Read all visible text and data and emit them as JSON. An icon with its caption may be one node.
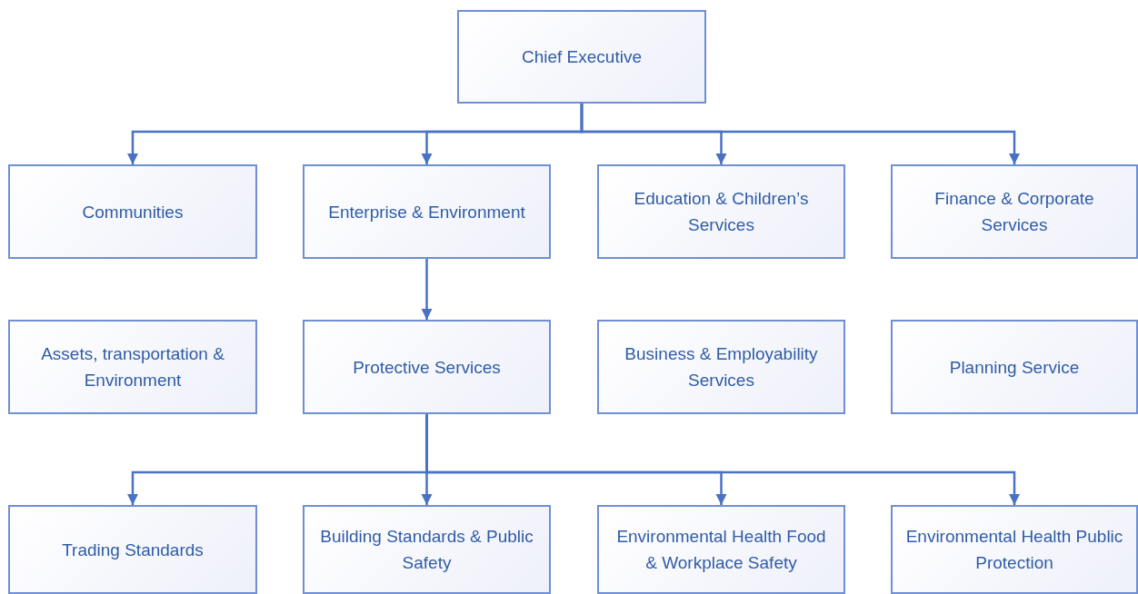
{
  "diagram": {
    "nodes": [
      {
        "text": [
          "Chief Executive"
        ]
      },
      {
        "text": [
          "Communities"
        ]
      },
      {
        "text": [
          "Enterprise & Environment"
        ]
      },
      {
        "text": [
          "Education & Children’s Services"
        ]
      },
      {
        "text": [
          "Finance & Corporate Services"
        ]
      },
      {
        "text": [
          "Assets, transportation & Environment"
        ]
      },
      {
        "text": [
          "Protective Services"
        ]
      },
      {
        "text": [
          "Business & Employability Services"
        ]
      },
      {
        "text": [
          "Planning Service"
        ]
      },
      {
        "text": [
          "Trading Standards"
        ]
      },
      {
        "text": [
          "Building Standards & Public Safety"
        ]
      },
      {
        "text": [
          "Environmental Health Food & Workplace Safety"
        ]
      },
      {
        "text": [
          "Environmental Health Public Protection"
        ]
      }
    ],
    "edges": [
      {
        "from": 0,
        "to": 1,
        "arrow": "to"
      },
      {
        "from": 0,
        "to": 2,
        "arrow": "to"
      },
      {
        "from": 0,
        "to": 3,
        "arrow": "to"
      },
      {
        "from": 0,
        "to": 4,
        "arrow": "to"
      },
      {
        "from": 2,
        "to": 6,
        "arrow": "to"
      },
      {
        "from": 6,
        "to": 9,
        "arrow": "to"
      },
      {
        "from": 6,
        "to": 10,
        "arrow": "to"
      },
      {
        "from": 6,
        "to": 11,
        "arrow": "to"
      },
      {
        "from": 6,
        "to": 12,
        "arrow": "to"
      }
    ]
  }
}
